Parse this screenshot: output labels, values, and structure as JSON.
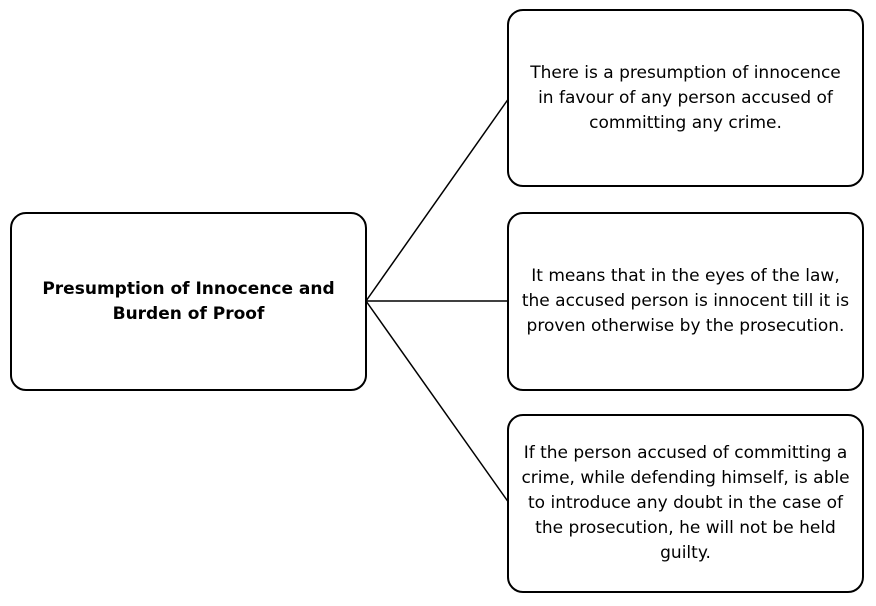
{
  "central": {
    "label": "Presumption of Innocence and Burden of Proof"
  },
  "branches": [
    {
      "label": "There is a presumption of innocence in favour of any person accused of committing any crime."
    },
    {
      "label": "It means that in the eyes of the law, the accused person is innocent till it is proven otherwise by the prosecution."
    },
    {
      "label": "If the person accused of committing a crime, while defending himself, is able to introduce any doubt in the case of the prosecution, he will not be held guilty."
    }
  ]
}
